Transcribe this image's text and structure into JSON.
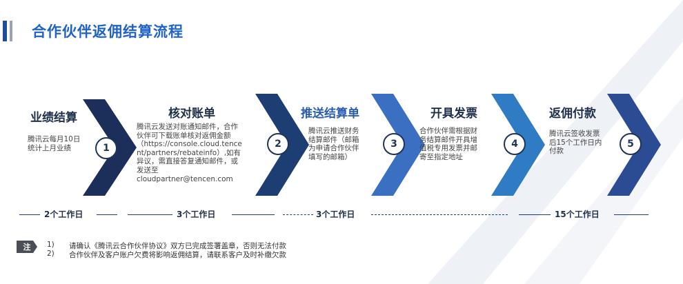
{
  "title": "合作伙伴返佣结算流程",
  "steps": [
    {
      "title": "业绩结算",
      "number": "1",
      "desc": "腾讯云每月10日\n统计上月业绩"
    },
    {
      "title": "核对账单",
      "number": "2",
      "desc": "腾讯云发送对账通知邮件，合作\n伙伴可下载账单核对返佣金额\n（https://console.cloud.tence\nnt/partners/rebateinfo）,如有\n异议，需直接答复通知邮件，或\n发送至\ncloudpartner@tencen.com"
    },
    {
      "title": "推送结算单",
      "number": "3",
      "desc": "腾讯云推送财务\n结算邮件（邮箱\n为申请合作伙伴\n填写的邮箱）"
    },
    {
      "title": "开具发票",
      "number": "4",
      "desc": "合作伙伴需根据财\n务结算邮件开具增\n值税专用发票并邮\n寄至指定地址"
    },
    {
      "title": "返佣付款",
      "number": "5",
      "desc": "腾讯云签收发票\n后15个工作日内\n付款"
    }
  ],
  "colors": {
    "chevrons": [
      "#1b2f5a",
      "#1d3e73",
      "#3a6fc2",
      "#2f7bc4",
      "#2b4c93"
    ],
    "title": "#1f62c8"
  },
  "timeline": [
    {
      "label": "2个工作日"
    },
    {
      "label": "3个工作日"
    },
    {
      "label": "3个工作日"
    },
    {
      "label": "15个工作日"
    }
  ],
  "notes": {
    "badge": "注",
    "items": [
      {
        "num": "1)",
        "text": "请确认《腾讯云合作伙伴协议》双方已完成签署盖章，否则无法付款"
      },
      {
        "num": "2)",
        "text": "合作伙伴及客户账户欠费将影响返佣结算，请联系客户及时补缴欠款"
      }
    ]
  }
}
